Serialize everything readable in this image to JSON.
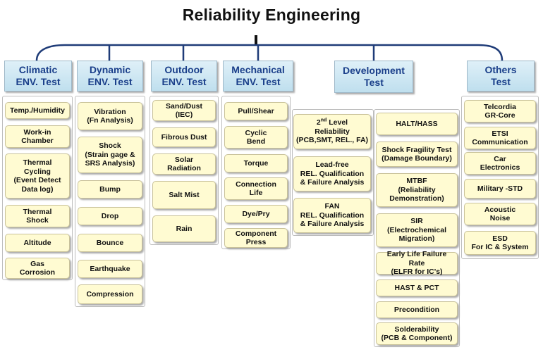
{
  "title": "Reliability Engineering",
  "colors": {
    "header_bg": "#c9e4f2",
    "header_text": "#1a3f8a",
    "box_bg": "#fffbd2",
    "connector": "#1f3c78"
  },
  "columns": [
    {
      "header": "Climatic\nENV. Test",
      "items": [
        "Temp./Humidity",
        "Work-in\nChamber",
        "Thermal\nCycling\n(Event Detect\nData log)",
        "Thermal\nShock",
        "Altitude",
        "Gas\nCorrosion"
      ]
    },
    {
      "header": "Dynamic\nENV. Test",
      "items": [
        "Vibration\n(Fn Analysis)",
        "Shock\n(Strain gage &\nSRS Analysis)",
        "Bump",
        "Drop",
        "Bounce",
        "Earthquake",
        "Compression"
      ]
    },
    {
      "header": "Outdoor\nENV. Test",
      "items": [
        "Sand/Dust\n(IEC)",
        "Fibrous Dust",
        "Solar\nRadiation",
        "Salt Mist",
        "Rain"
      ]
    },
    {
      "header": "Mechanical\nENV. Test",
      "items": [
        "Pull/Shear",
        "Cyclic\nBend",
        "Torque",
        "Connection\nLife",
        "Dye/Pry",
        "Component\nPress"
      ]
    },
    {
      "header": "Development\nTest",
      "left_items": [
        "Level\nReliability\n(PCB,SMT, REL., FA)",
        "Lead-free\nREL. Qualification\n& Failure Analysis",
        "FAN\nREL. Qualification\n& Failure Analysis"
      ],
      "left_first_prefix": "2",
      "left_first_sup": "nd",
      "right_items": [
        "HALT/HASS",
        "Shock Fragility Test\n(Damage Boundary)",
        "MTBF\n(Reliability\nDemonstration)",
        "SIR\n(Electrochemical\nMigration)",
        "Early Life Failure Rate\n(ELFR for IC's)",
        "HAST & PCT",
        "Precondition",
        "Solderability\n(PCB & Component)"
      ]
    },
    {
      "header": "Others\nTest",
      "items": [
        "Telcordia\nGR-Core",
        "ETSI\nCommunication",
        "Car\nElectronics",
        "Military -STD",
        "Acoustic\nNoise",
        "ESD\nFor IC & System"
      ]
    }
  ]
}
